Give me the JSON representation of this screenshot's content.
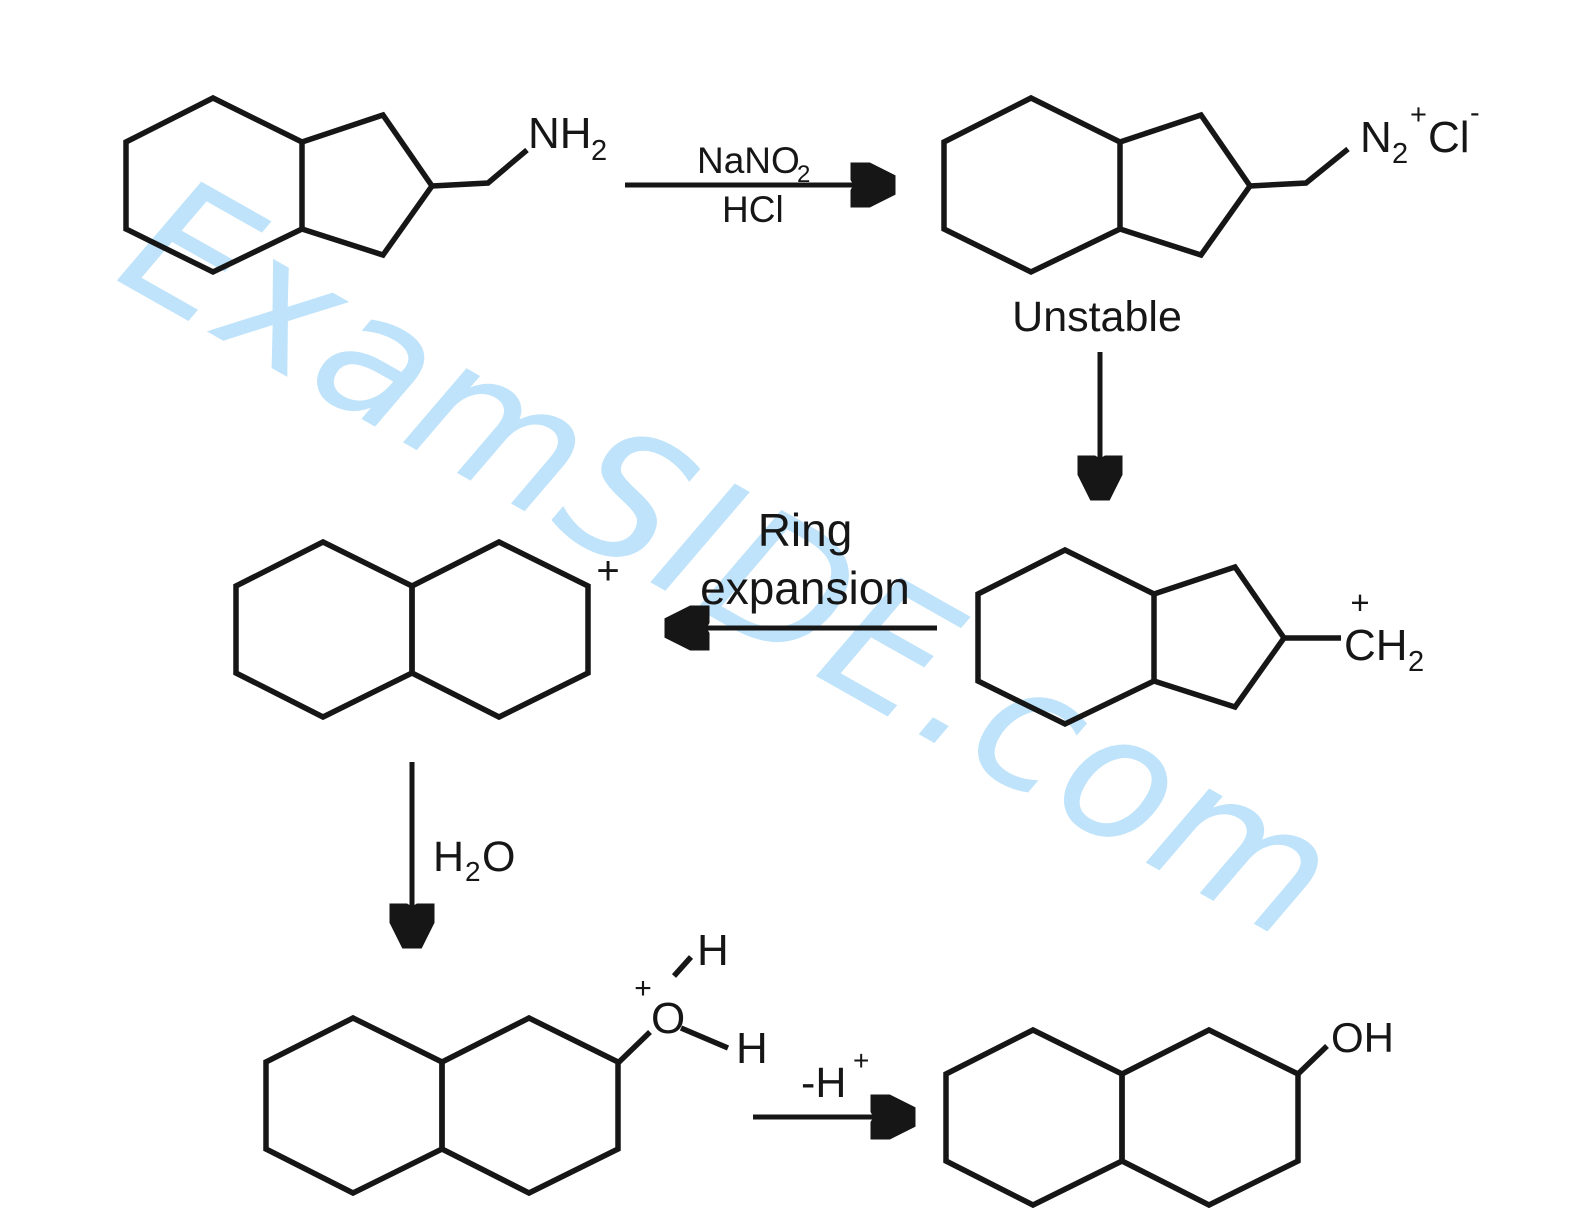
{
  "watermark": {
    "text": "ExamSIDE.com",
    "color": "#bfe3fa"
  },
  "colors": {
    "background": "#ffffff",
    "line": "#161616",
    "text": "#161616"
  },
  "scheme": {
    "molecule1": {
      "name": "bicyclic amine",
      "substituent_main": "NH",
      "substituent_sub": "2"
    },
    "arrow1": {
      "reagent_main": "NaNO",
      "reagent_sub": "2",
      "solvent": "HCl"
    },
    "molecule2": {
      "name": "diazonium salt",
      "n": "N",
      "n_sub": "2",
      "n_charge": "+",
      "cl": "Cl",
      "cl_charge": "-",
      "caption": "Unstable"
    },
    "molecule3": {
      "name": "primary carbocation",
      "charge": "+",
      "group_main": "CH",
      "group_sub": "2"
    },
    "arrow3": {
      "label_line1": "Ring",
      "label_line2": "expansion"
    },
    "molecule4": {
      "name": "decalin cation",
      "charge": "+"
    },
    "arrow4": {
      "reagent_h": "H",
      "reagent_sub": "2",
      "reagent_o": "O"
    },
    "molecule5": {
      "name": "protonated alcohol",
      "o": "O",
      "charge": "+",
      "h_top": "H",
      "h_right": "H"
    },
    "arrow5": {
      "label_main": "-H",
      "label_sup": "+"
    },
    "molecule6": {
      "name": "decalol product",
      "group": "OH"
    }
  }
}
